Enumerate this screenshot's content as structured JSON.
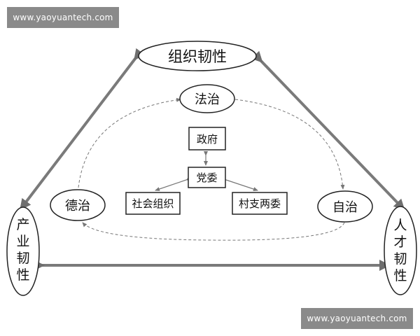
{
  "watermark": {
    "top": "www.yaoyuantech.com",
    "bottom": "www.yaoyuantech.com"
  },
  "nodes": {
    "org_resilience": "组织韧性",
    "industry_resilience": [
      "产",
      "业",
      "韧",
      "性"
    ],
    "talent_resilience": [
      "人",
      "才",
      "韧",
      "性"
    ],
    "rule_of_law": "法治",
    "rule_of_virtue": "德治",
    "self_governance": "自治",
    "government": "政府",
    "party_committee": "党委",
    "social_org": "社会组织",
    "village_committees": "村支两委"
  },
  "colors": {
    "thick_arrow": "#7a7a7a",
    "thin_arrow": "#777777",
    "border": "#222222"
  }
}
